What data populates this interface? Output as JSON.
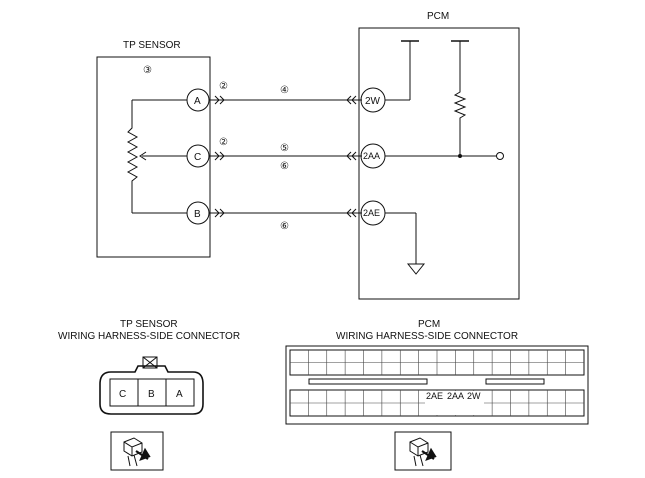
{
  "diagram": {
    "pcm_title": "PCM",
    "tp_sensor_title": "TP SENSOR",
    "tp_sensor_number": "③",
    "sensor_terminals": {
      "a": "A",
      "c": "C",
      "b": "B"
    },
    "sensor_terminal_notes": {
      "a": "②",
      "c": "②"
    },
    "pcm_terminals": {
      "w2": "2W",
      "aa2": "2AA",
      "ae2": "2AE"
    },
    "wire_labels": {
      "a": "④",
      "c_top": "⑤",
      "c_bottom": "⑥",
      "b": "⑥"
    }
  },
  "tp_connector": {
    "title_line1": "TP SENSOR",
    "title_line2": "WIRING HARNESS-SIDE CONNECTOR",
    "pins": [
      "C",
      "B",
      "A"
    ]
  },
  "pcm_connector": {
    "title_line1": "PCM",
    "title_line2": "WIRING HARNESS-SIDE CONNECTOR",
    "pins": [
      "2AE",
      "2AA",
      "2W"
    ]
  }
}
